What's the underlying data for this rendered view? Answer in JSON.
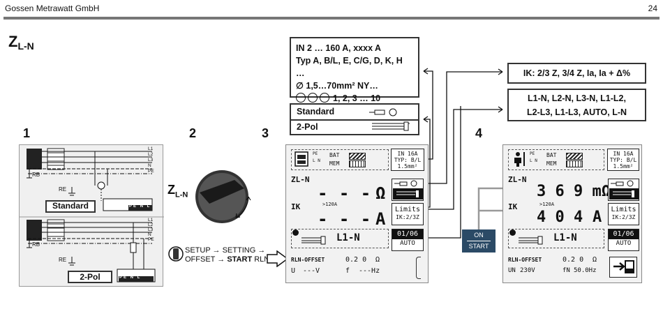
{
  "header": {
    "company": "Gossen Metrawatt GmbH",
    "page_number": "24"
  },
  "title": {
    "main": "Z",
    "sub": "L-N"
  },
  "steps": {
    "s1": "1",
    "s2": "2",
    "s3": "3",
    "s4": "4"
  },
  "step1": {
    "panel_a": {
      "lines": [
        "L1",
        "L2",
        "L3",
        "N",
        "PE"
      ],
      "rb": "RB",
      "re": "RE",
      "label": "Standard",
      "terminals": "PE N L"
    },
    "panel_b": {
      "lines": [
        "L1",
        "L2",
        "L3",
        "N",
        "PE"
      ],
      "rb": "RB",
      "re": "RE",
      "label": "2-Pol",
      "terminals": "PE N L"
    }
  },
  "step2": {
    "dial_label_main": "Z",
    "dial_label_sub": "L-N",
    "instr_line1": "SETUP → SETTING →",
    "instr_line2_pre": "OFFSET → ",
    "instr_line2_bold": "START",
    "instr_line2_post": " RLN"
  },
  "info_fuse": {
    "line1": "IN 2 … 160 A, xxxx A",
    "line2": "Typ A, B/L, E, C/G, D, K, H …",
    "line3": "∅ 1,5…70mm² NY…",
    "line4": "1, 2, 3 … 10"
  },
  "info_mode": {
    "standard": "Standard",
    "two_pol": "2-Pol"
  },
  "info_ik": {
    "text": "IK: 2/3 Z, 3/4 Z, Ia, Ia + Δ%"
  },
  "info_lines": {
    "line1": "L1-N, L2-N, L3-N, L1-L2,",
    "line2": "L2-L3, L1-L3, AUTO, L-N"
  },
  "onstart": {
    "line1": "ON",
    "line2": "START"
  },
  "screen3": {
    "bat": "BAT",
    "mem": "MEM",
    "pe": "PE",
    "ln": "L N",
    "fuse1": "IN 16A",
    "fuse2": "TYP: B/L",
    "fuse3": "1.5mm²",
    "zl_label": "ZL-N",
    "zl_value": "- - -",
    "zl_unit": "Ω",
    "ik_label": "IK",
    "ik_sub": ">120A",
    "ik_value": "- - -",
    "ik_unit": "A",
    "limits": "Limits",
    "limits_sub": "IK:2/3Z",
    "line": "L1-N",
    "counter": "01/06",
    "auto": "AUTO",
    "rln_label": "RLN-OFFSET",
    "rln_value": "0.2 0",
    "rln_unit": "Ω",
    "u_label": "U",
    "u_value": "---V",
    "f_label": "f",
    "f_value": "---Hz"
  },
  "screen4": {
    "bat": "BAT",
    "mem": "MEM",
    "pe": "PE",
    "ln": "L N",
    "fuse1": "IN 16A",
    "fuse2": "TYP: B/L",
    "fuse3": "1.5mm²",
    "zl_label": "ZL-N",
    "zl_value": "3 6 9 mΩ",
    "ik_label": "IK",
    "ik_sub": ">120A",
    "ik_value": "4 0 4",
    "ik_unit": "A",
    "limits": "Limits",
    "limits_sub": "IK:2/3Z",
    "line": "L1-N",
    "counter": "01/06",
    "auto": "AUTO",
    "rln_label": "RLN-OFFSET",
    "rln_value": "0.2 0",
    "rln_unit": "Ω",
    "un_label": "UN",
    "un_value": "230V",
    "fn_label": "fN",
    "fn_value": "50.0Hz"
  }
}
